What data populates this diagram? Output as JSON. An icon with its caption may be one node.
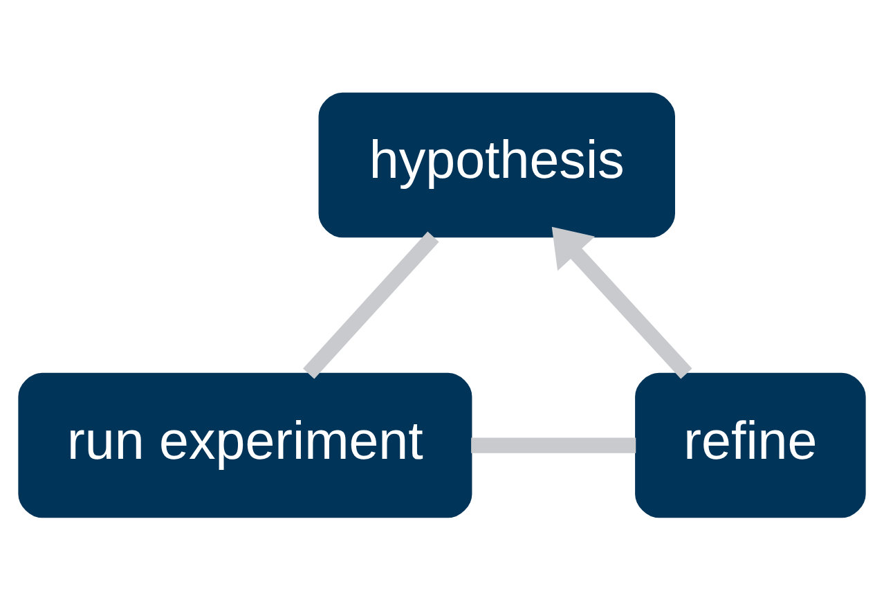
{
  "diagram": {
    "nodes": [
      {
        "text": [
          "hypothesis"
        ]
      },
      {
        "text": [
          "refine"
        ]
      },
      {
        "text": [
          "run experiment"
        ]
      }
    ],
    "edges": [
      {
        "from": 0,
        "to": 2,
        "arrow": "none"
      },
      {
        "from": 2,
        "to": 1,
        "arrow": "none"
      },
      {
        "from": 1,
        "to": 0,
        "arrow": "to"
      }
    ]
  }
}
